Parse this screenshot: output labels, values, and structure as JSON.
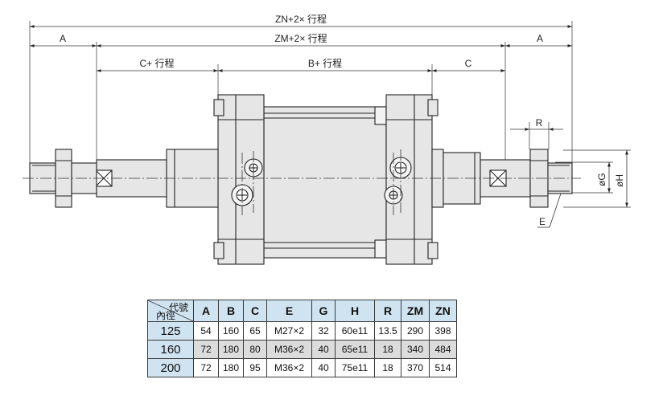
{
  "dimensions": {
    "zn_label": "ZN+2× 行程",
    "zm_label": "ZM+2× 行程",
    "a_left_label": "A",
    "a_right_label": "A",
    "c_left_label": "C+ 行程",
    "b_label": "B+ 行程",
    "c_right_label": "C",
    "r_label": "R",
    "g_label": "øG",
    "h_label": "øH",
    "e_label": "E"
  },
  "table": {
    "corner_top": "代號",
    "corner_bottom": "內徑",
    "headers": [
      "A",
      "B",
      "C",
      "E",
      "G",
      "H",
      "R",
      "ZM",
      "ZN"
    ],
    "rows": [
      {
        "bore": "125",
        "cells": [
          "54",
          "160",
          "65",
          "M27×2",
          "32",
          "60e11",
          "13.5",
          "290",
          "398"
        ]
      },
      {
        "bore": "160",
        "cells": [
          "72",
          "180",
          "80",
          "M36×2",
          "40",
          "65e11",
          "18",
          "340",
          "484"
        ]
      },
      {
        "bore": "200",
        "cells": [
          "72",
          "180",
          "95",
          "M36×2",
          "40",
          "75e11",
          "18",
          "370",
          "514"
        ]
      }
    ]
  },
  "colors": {
    "header_fill": "#cfe3f1",
    "body_fill": "#e6e6e6",
    "row_alt_fill": "#dcdcdc"
  }
}
